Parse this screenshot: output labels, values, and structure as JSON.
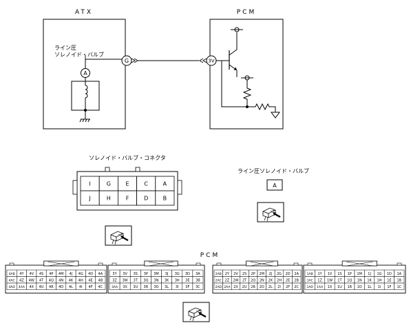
{
  "schematic": {
    "atx_title": "ATX",
    "pcm_title": "PCM",
    "solenoid_label_line1": "ライン圧",
    "solenoid_label_line2": "ソレノイド・バルブ",
    "pin_a": "A",
    "pin_g": "G",
    "pin_3v": "3V"
  },
  "solenoid_connector": {
    "title": "ソレノイド・バルブ・コネクタ",
    "rows": [
      [
        "I",
        "G",
        "E",
        "C",
        "A"
      ],
      [
        "J",
        "H",
        "F",
        "D",
        "B"
      ]
    ]
  },
  "line_pressure_valve": {
    "title": "ライン圧ソレノイド・バルブ",
    "terminal": "A"
  },
  "pcm_connectors": {
    "title": "PCM",
    "blocks": [
      [
        [
          "4AB",
          "4Y",
          "4V",
          "4S",
          "4P",
          "4M",
          "4J",
          "4G",
          "4D",
          "4A"
        ],
        [
          "4AC",
          "4Z",
          "4W",
          "4T",
          "4Q",
          "4N",
          "4K",
          "4H",
          "4E",
          "4B"
        ],
        [
          "4AD",
          "4AA",
          "4X",
          "4U",
          "4R",
          "4O",
          "4L",
          "4I",
          "4F",
          "4C"
        ]
      ],
      [
        [
          "3Y",
          "3V",
          "3S",
          "3P",
          "3M",
          "3J",
          "3G",
          "3D",
          "3A"
        ],
        [
          "3Z",
          "3W",
          "3T",
          "3Q",
          "3N",
          "3K",
          "3H",
          "3E",
          "3B"
        ],
        [
          "3AA",
          "3X",
          "3U",
          "3R",
          "3O",
          "3L",
          "3I",
          "3F",
          "3C"
        ]
      ],
      [
        [
          "2AB",
          "2Y",
          "2V",
          "2S",
          "2P",
          "2M",
          "2J",
          "2G",
          "2D",
          "2A"
        ],
        [
          "2AC",
          "2Z",
          "2W",
          "2T",
          "2Q",
          "2N",
          "2K",
          "2H",
          "2E",
          "2B"
        ],
        [
          "2AD",
          "2AA",
          "2X",
          "2U",
          "2R",
          "2O",
          "2L",
          "2I",
          "2F",
          "2C"
        ]
      ],
      [
        [
          "1AB",
          "1Y",
          "1V",
          "1S",
          "1P",
          "1M",
          "1J",
          "1G",
          "1D",
          "1A"
        ],
        [
          "1AC",
          "1Z",
          "1W",
          "1T",
          "1Q",
          "1N",
          "1K",
          "1H",
          "1E",
          "1B"
        ],
        [
          "1AD",
          "1AA",
          "1X",
          "1U",
          "1R",
          "1O",
          "1L",
          "1I",
          "1F",
          "1C"
        ]
      ]
    ]
  }
}
